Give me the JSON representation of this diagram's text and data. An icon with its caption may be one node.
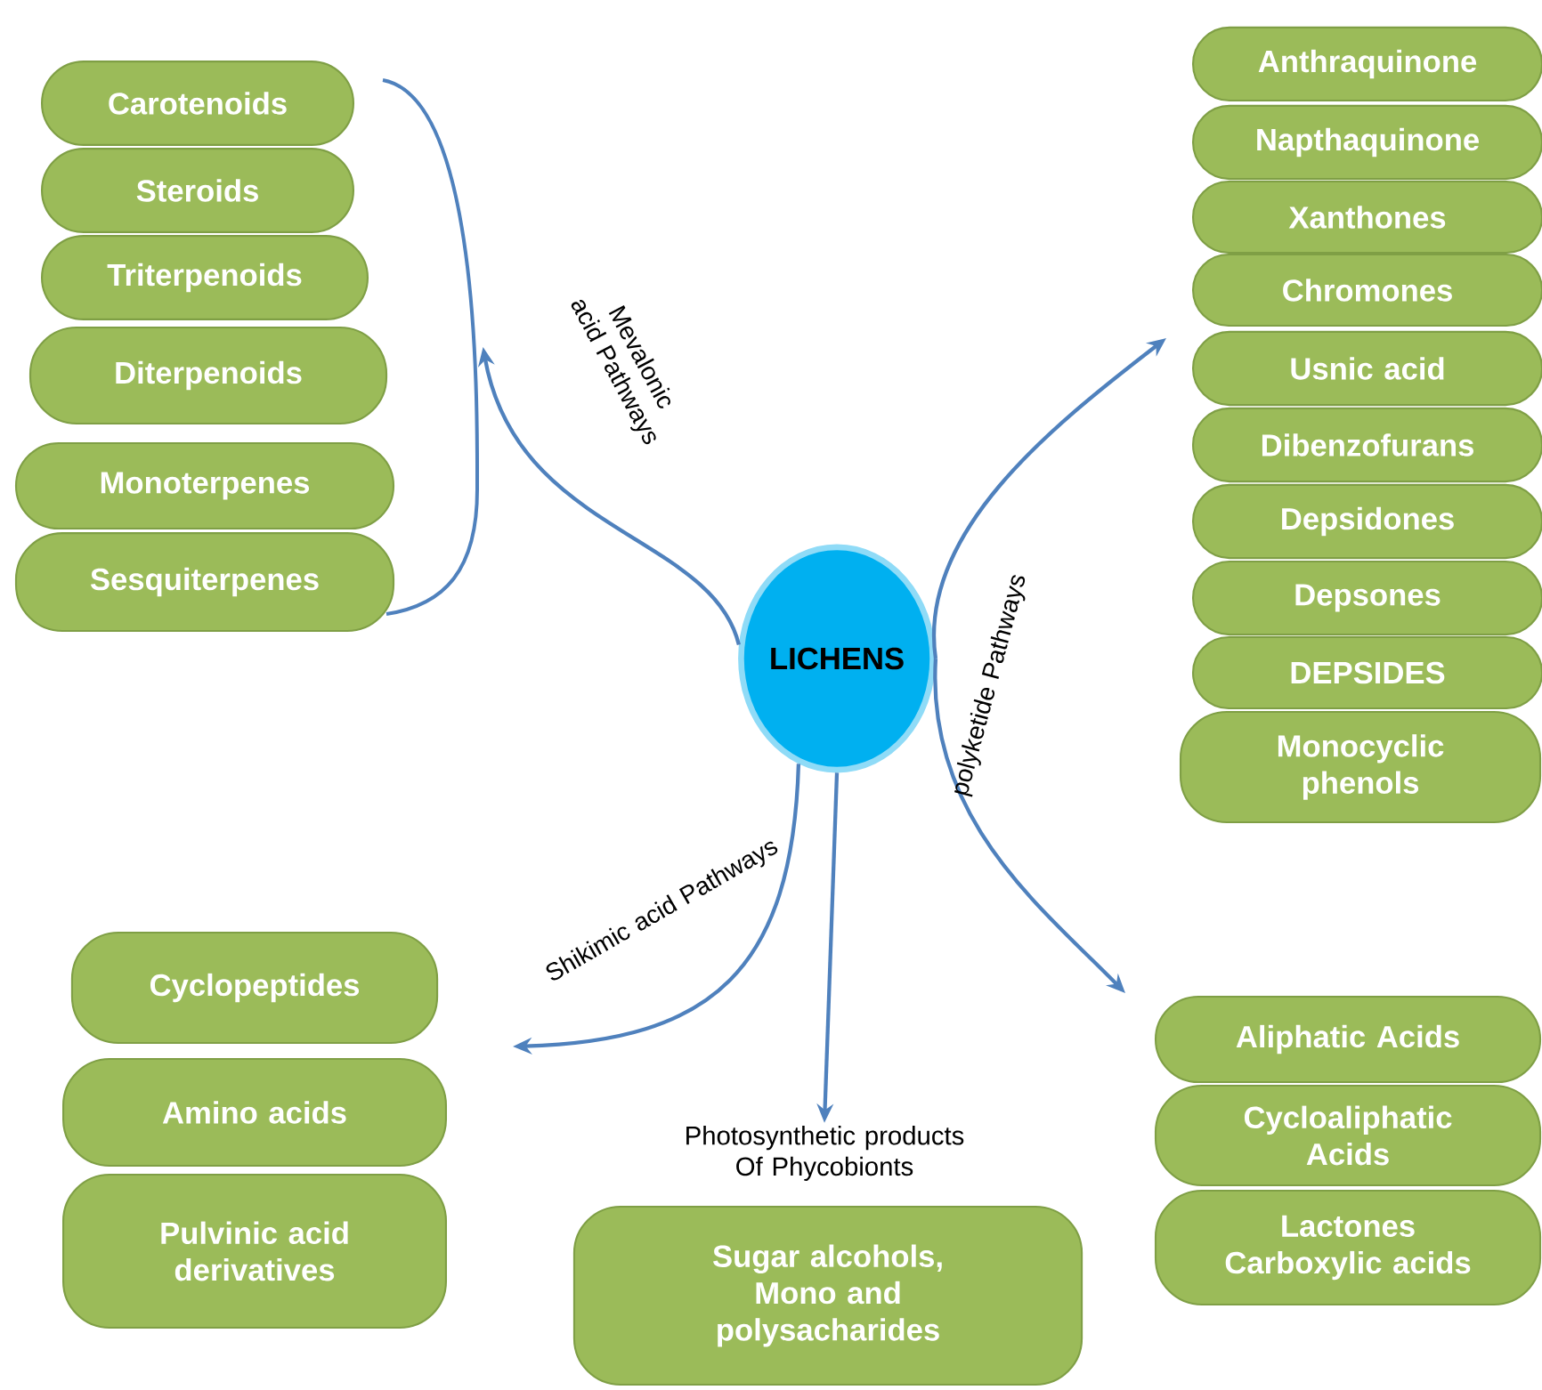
{
  "diagram": {
    "nodes": [
      {
        "text": [
          "LICHENS"
        ]
      },
      {
        "text": [
          "Carotenoids"
        ]
      },
      {
        "text": [
          "Steroids"
        ]
      },
      {
        "text": [
          "Triterpenoids"
        ]
      },
      {
        "text": [
          "Diterpenoids"
        ]
      },
      {
        "text": [
          "Monoterpenes"
        ]
      },
      {
        "text": [
          "Sesquiterpenes"
        ]
      },
      {
        "text": [
          "Anthraquinone"
        ]
      },
      {
        "text": [
          "Napthaquinone"
        ]
      },
      {
        "text": [
          "Xanthones"
        ]
      },
      {
        "text": [
          "Chromones"
        ]
      },
      {
        "text": [
          "Usnic acid"
        ]
      },
      {
        "text": [
          "Dibenzofurans"
        ]
      },
      {
        "text": [
          "Depsidones"
        ]
      },
      {
        "text": [
          "Depsones"
        ]
      },
      {
        "text": [
          "DEPSIDES"
        ]
      },
      {
        "text": [
          "Monocyclic phenols"
        ]
      },
      {
        "text": [
          "Cyclopeptides"
        ]
      },
      {
        "text": [
          "Amino acids"
        ]
      },
      {
        "text": [
          "Pulvinic acid derivatives"
        ]
      },
      {
        "text": [
          "Photosynthetic products Of Phycobionts",
          "Sugar alcohols, Mono and polysacharides"
        ]
      },
      {
        "text": [
          "Aliphatic Acids"
        ]
      },
      {
        "text": [
          "Cycloaliphatic Acids"
        ]
      },
      {
        "text": [
          "Lactones Carboxylic acids"
        ]
      },
      {
        "text": [],
        "shape": "bracket"
      }
    ],
    "edges": [
      {
        "from": 0,
        "to": 24,
        "arrow": "to",
        "label": "Mevalonic acid Pathways"
      },
      {
        "from": 0,
        "to": null,
        "arrow": "to",
        "label": "polyketide Pathways"
      },
      {
        "from": 0,
        "to": null,
        "arrow": "to"
      },
      {
        "from": 0,
        "to": null,
        "arrow": "to",
        "label": "Shikimic acid Pathways"
      },
      {
        "from": 0,
        "to": 20,
        "arrow": "to"
      }
    ]
  }
}
